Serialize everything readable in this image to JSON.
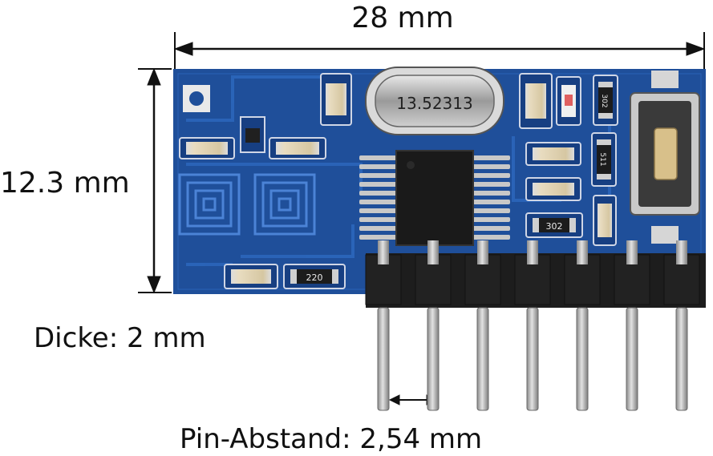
{
  "dimensions": {
    "width": "28 mm",
    "height": "12.3 mm",
    "thickness": "Dicke: 2 mm",
    "pin_pitch": "Pin-Abstand: 2,54 mm"
  },
  "board": {
    "crystal_marking": "13.52313",
    "resistor_labels": [
      "302",
      "511",
      "302",
      "220"
    ],
    "pin_count": 7
  },
  "colors": {
    "pcb": "#1f4f9a",
    "pcb_dark": "#173f82",
    "metal": "#b9b9b9",
    "header_plastic": "#1d1d1d",
    "ic": "#1a1a1a"
  }
}
